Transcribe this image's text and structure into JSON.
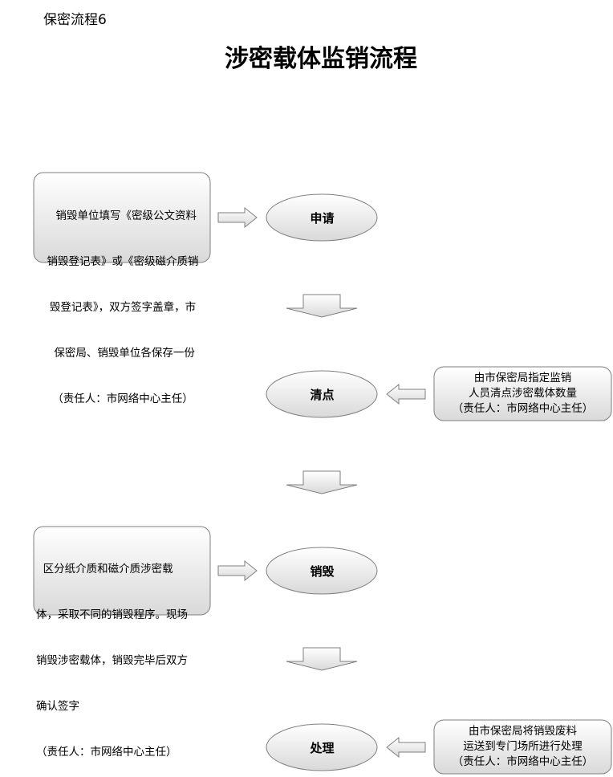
{
  "document_label": "保密流程6",
  "title": "涉密载体监销流程",
  "steps": [
    {
      "label": "申请",
      "note_lines": [
        "  销毁单位填写《密级公文资料",
        "销毁登记表》或《密级磁介质销",
        "毁登记表》，双方签字盖章，市",
        " 保密局、销毁单位各保存一份",
        "（责任人：市网络中心主任）"
      ],
      "note_side": "left"
    },
    {
      "label": "清点",
      "note_lines": [
        "由市保密局指定监销",
        "人员清点涉密载体数量",
        "（责任人：市网络中心主任）"
      ],
      "note_side": "right"
    },
    {
      "label": "销毁",
      "note_lines": [
        "  区分纸介质和磁介质涉密载",
        "体，采取不同的销毁程序。现场",
        "销毁涉密载体，销毁完毕后双方",
        "确认签字",
        "（责任人：市网络中心主任）"
      ],
      "note_side": "left"
    },
    {
      "label": "处理",
      "note_lines": [
        "由市保密局将销毁废料",
        "运送到专门场所进行处理",
        "（责任人：市网络中心主任）"
      ],
      "note_side": "right"
    }
  ]
}
